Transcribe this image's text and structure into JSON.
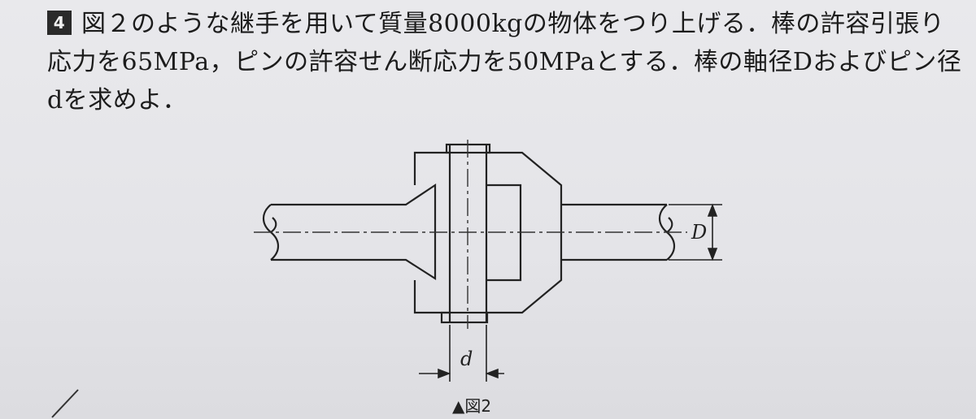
{
  "problem": {
    "number": "4",
    "lines": [
      "図２のような継手を用いて質量8000kgの物体をつり上げる．棒の許容引張り",
      "応力を65MPa，ピンの許容せん断応力を50MPaとする．棒の軸径Dおよびピン径",
      "dを求めよ．"
    ]
  },
  "figure": {
    "label_D": "D",
    "label_d": "d",
    "caption": "▲図2"
  }
}
